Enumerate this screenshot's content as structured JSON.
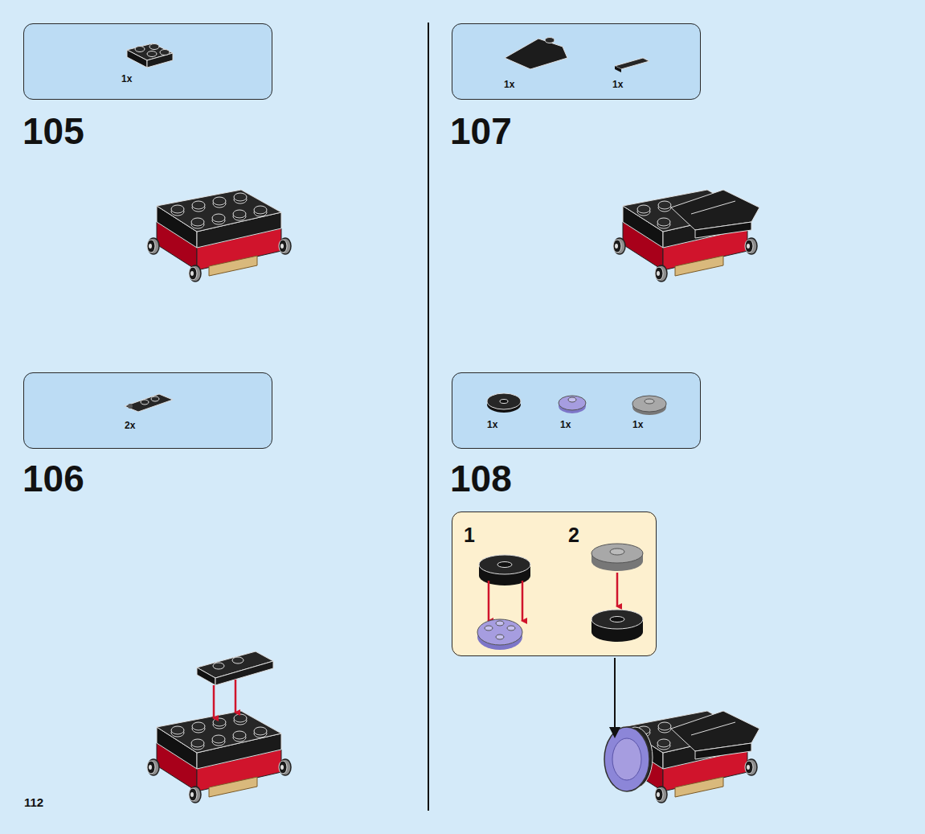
{
  "diagram": {
    "nodes": [
      {
        "text": [
          "1x"
        ]
      },
      {
        "text": [
          "1x",
          "1x"
        ]
      },
      {
        "text": [
          "2x"
        ]
      },
      {
        "text": [
          "1x",
          "1x",
          "1x"
        ]
      },
      {
        "text": [
          "1",
          "2"
        ]
      }
    ],
    "labels": [
      "105",
      "107",
      "106",
      "108",
      "112"
    ]
  }
}
